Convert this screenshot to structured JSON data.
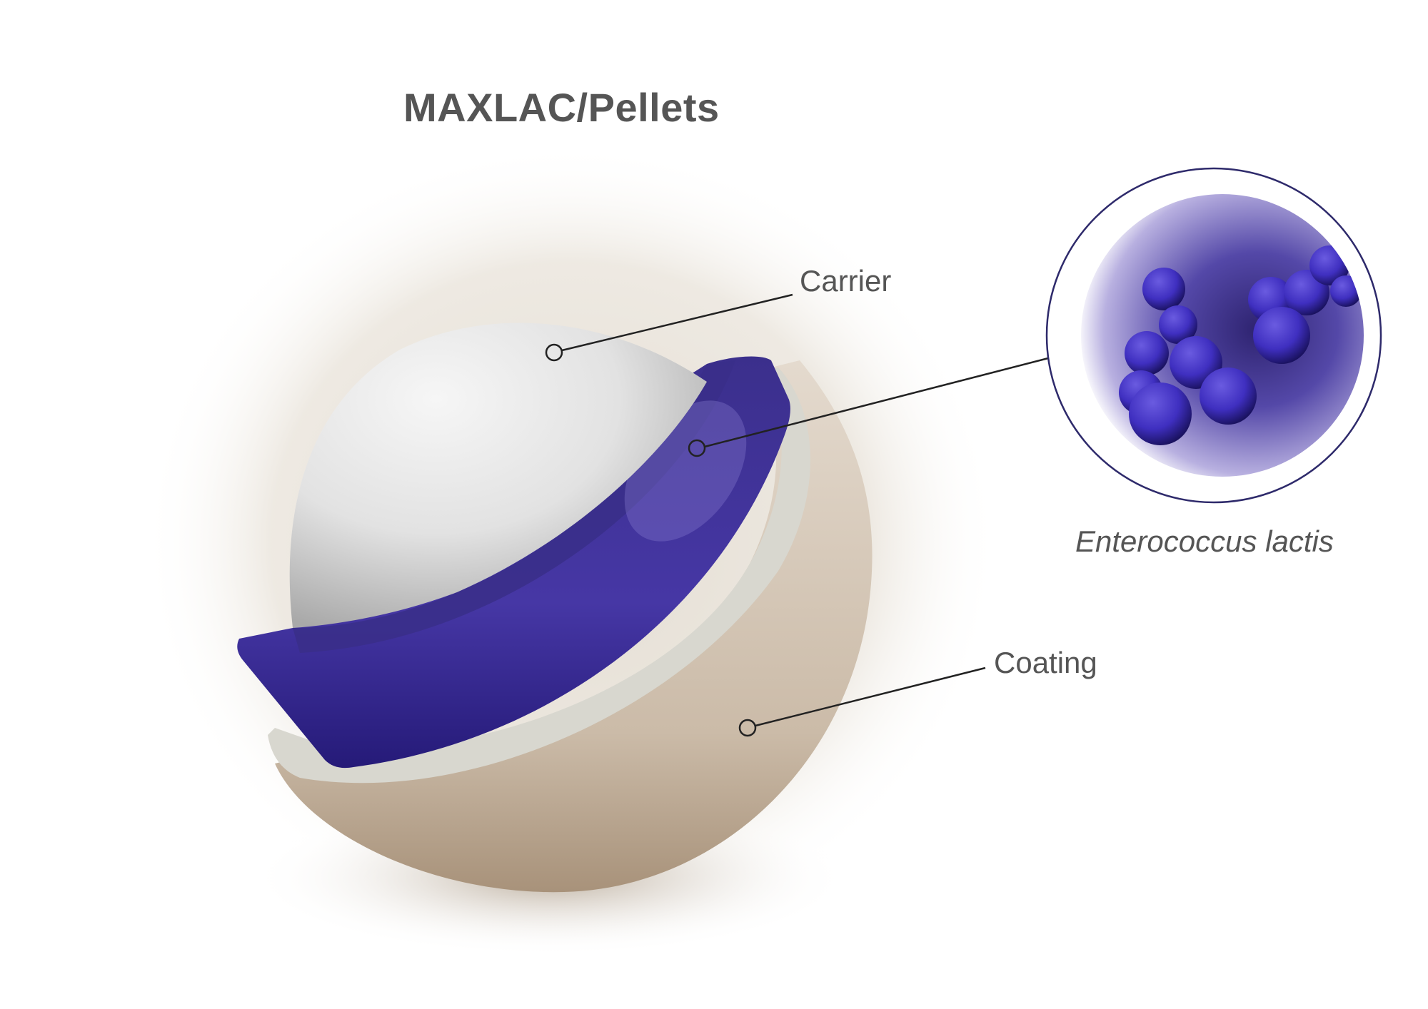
{
  "title": "MAXLAC/Pellets",
  "labels": {
    "carrier": "Carrier",
    "coating": "Coating",
    "bacteria": "Enterococcus lactis"
  },
  "colors": {
    "title_text": "#555555",
    "label_text": "#555555",
    "carrier": "#e8e8e8",
    "probiotic_layer": "#4535a3",
    "coating": "#d6c9b8",
    "inset_border": "#2e2a6b",
    "leader_line": "#222222"
  },
  "structure": [
    {
      "layer": "Carrier",
      "position": "core"
    },
    {
      "layer": "Enterococcus lactis",
      "position": "middle"
    },
    {
      "layer": "Coating",
      "position": "outer"
    }
  ]
}
